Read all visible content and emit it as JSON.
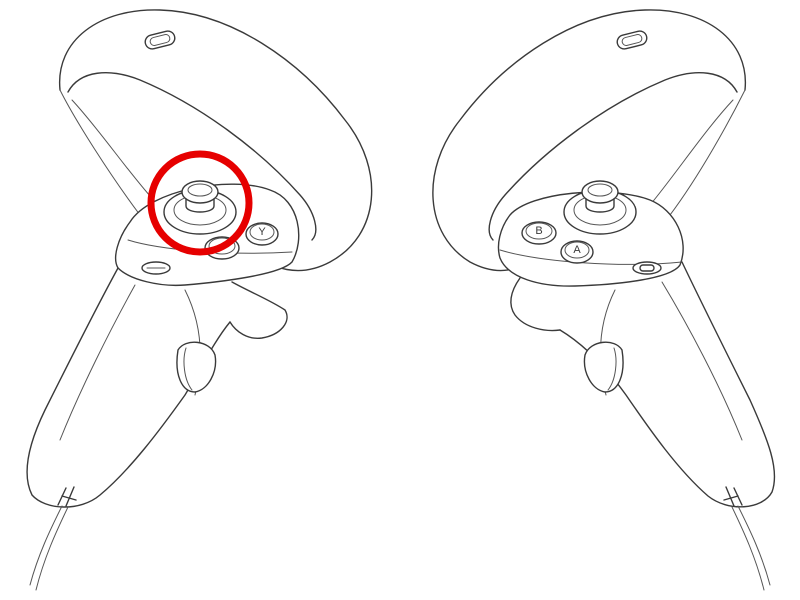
{
  "colors": {
    "line": "#3a3a3a",
    "background": "#ffffff",
    "highlight": "#e60000"
  },
  "left_controller": {
    "buttons": {
      "x": "",
      "y": "Y"
    },
    "highlighted_part": "thumbstick"
  },
  "right_controller": {
    "buttons": {
      "a": "A",
      "b": "B"
    }
  },
  "icons": [
    "left-controller-icon",
    "right-controller-icon",
    "thumbstick-icon",
    "menu-button-icon",
    "oculus-button-icon"
  ]
}
